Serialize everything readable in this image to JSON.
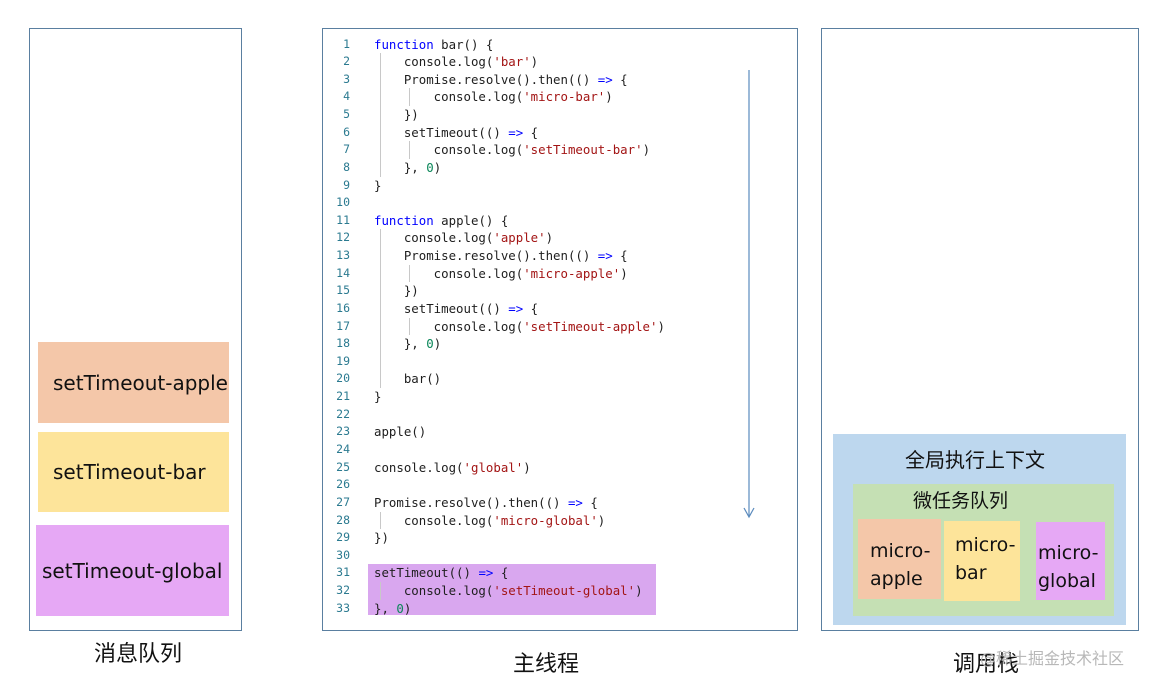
{
  "captions": {
    "message_queue": "消息队列",
    "main_thread": "主线程",
    "call_stack": "调用栈"
  },
  "message_queue": {
    "tasks": [
      {
        "label": "setTimeout-apple",
        "color": "#f4c7a9"
      },
      {
        "label": "setTimeout-bar",
        "color": "#fde49a"
      },
      {
        "label": "setTimeout-global",
        "color": "#e6a8f5"
      }
    ]
  },
  "code": {
    "line_numbers": [
      "1",
      "2",
      "3",
      "4",
      "5",
      "6",
      "7",
      "8",
      "9",
      "10",
      "11",
      "12",
      "13",
      "14",
      "15",
      "16",
      "17",
      "18",
      "19",
      "20",
      "21",
      "22",
      "23",
      "24",
      "25",
      "26",
      "27",
      "28",
      "29",
      "30",
      "31",
      "32",
      "33"
    ],
    "lines": [
      "function bar() {",
      "    console.log('bar')",
      "    Promise.resolve().then(() => {",
      "        console.log('micro-bar')",
      "    })",
      "    setTimeout(() => {",
      "        console.log('setTimeout-bar')",
      "    }, 0)",
      "}",
      "",
      "function apple() {",
      "    console.log('apple')",
      "    Promise.resolve().then(() => {",
      "        console.log('micro-apple')",
      "    })",
      "    setTimeout(() => {",
      "        console.log('setTimeout-apple')",
      "    }, 0)",
      "",
      "    bar()",
      "}",
      "",
      "apple()",
      "",
      "console.log('global')",
      "",
      "Promise.resolve().then(() => {",
      "    console.log('micro-global')",
      "})",
      "",
      "setTimeout(() => {",
      "    console.log('setTimeout-global')",
      "}, 0)"
    ],
    "highlighted_lines": [
      31,
      32,
      33
    ],
    "highlight_color": "#d9a7ef"
  },
  "call_stack": {
    "context_label": "全局执行上下文",
    "microtask_label": "微任务队列",
    "microtasks": [
      {
        "label": "micro-apple",
        "color": "#f4c7a9"
      },
      {
        "label": "micro-bar",
        "color": "#fde49a"
      },
      {
        "label": "micro-global",
        "color": "#e6a8f5"
      }
    ],
    "context_color": "#bdd7ee",
    "microtask_color": "#c5e0b4"
  },
  "watermark": "@稀土掘金技术社区",
  "icons": {
    "flow_arrow": "down-arrow-icon"
  }
}
